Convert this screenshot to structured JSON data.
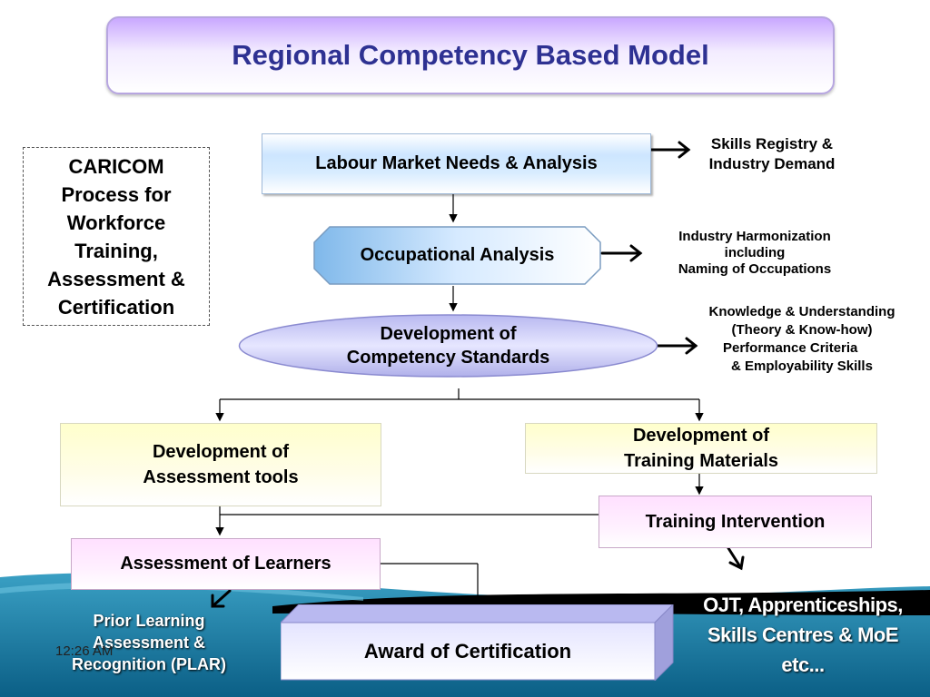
{
  "slide": {
    "title": "Regional Competency Based Model",
    "timestamp": "12:26 AM"
  },
  "side_box": {
    "line1": "CARICOM",
    "line2": "Process for",
    "line3": "Workforce",
    "line4": "Training,",
    "line5": "Assessment &",
    "line6": "Certification"
  },
  "nodes": {
    "labour_market": "Labour Market Needs & Analysis",
    "occupational": "Occupational Analysis",
    "competency_std_line1": "Development of",
    "competency_std_line2": "Competency Standards",
    "assess_tools_line1": "Development of",
    "assess_tools_line2": "Assessment tools",
    "training_mat_line1": "Development of",
    "training_mat_line2": "Training Materials",
    "training_intervention": "Training Intervention",
    "assessment_learners": "Assessment of Learners",
    "award": "Award of Certification"
  },
  "notes": {
    "skills_registry_line1": "Skills Registry &",
    "skills_registry_line2": "Industry Demand",
    "harmonization_line1": "Industry Harmonization",
    "harmonization_line2": "including",
    "harmonization_line3": "Naming of Occupations",
    "knowledge_line1": "Knowledge & Understanding",
    "knowledge_line2": "(Theory & Know-how)",
    "knowledge_line3": "Performance Criteria",
    "knowledge_line4": "& Employability Skills",
    "plar_line1": "Prior Learning",
    "plar_line2": "Assessment &",
    "plar_line3": "Recognition (PLAR)",
    "ojt_line1": "OJT, Apprenticeships,",
    "ojt_line2": "Skills Centres & MoE",
    "ojt_line3": "etc..."
  },
  "colors": {
    "title_text": "#2e3192",
    "bottom_band": "#1d7fa3",
    "box_border": "#9fb9d8"
  }
}
